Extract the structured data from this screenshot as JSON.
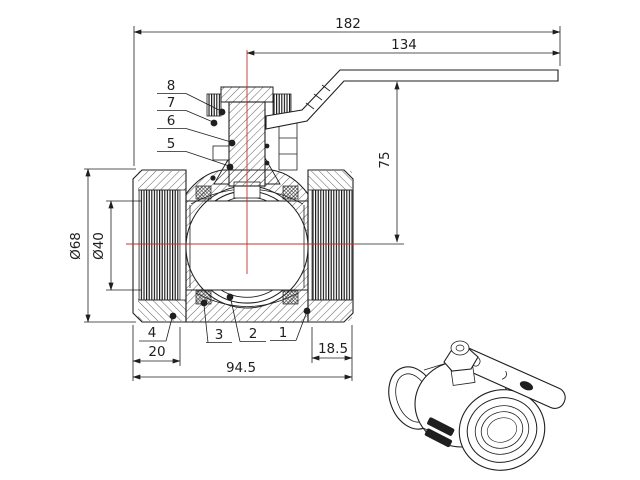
{
  "drawing": {
    "type": "engineering-cross-section",
    "subject": "two-piece threaded ball valve with lever handle",
    "dims": {
      "total_length": "182",
      "handle_length": "134",
      "handle_height": "75",
      "outer_diameter": "Ø68",
      "bore_diameter": "Ø40",
      "left_thread_depth": "20",
      "right_thread_depth": "18.5",
      "body_length": "94.5"
    },
    "callouts": {
      "c1": "1",
      "c2": "2",
      "c3": "3",
      "c4": "4",
      "c5": "5",
      "c6": "6",
      "c7": "7",
      "c8": "8"
    },
    "colors": {
      "ink": "#1f1f1f",
      "centerline": "#c23030",
      "paper": "#ffffff"
    }
  }
}
